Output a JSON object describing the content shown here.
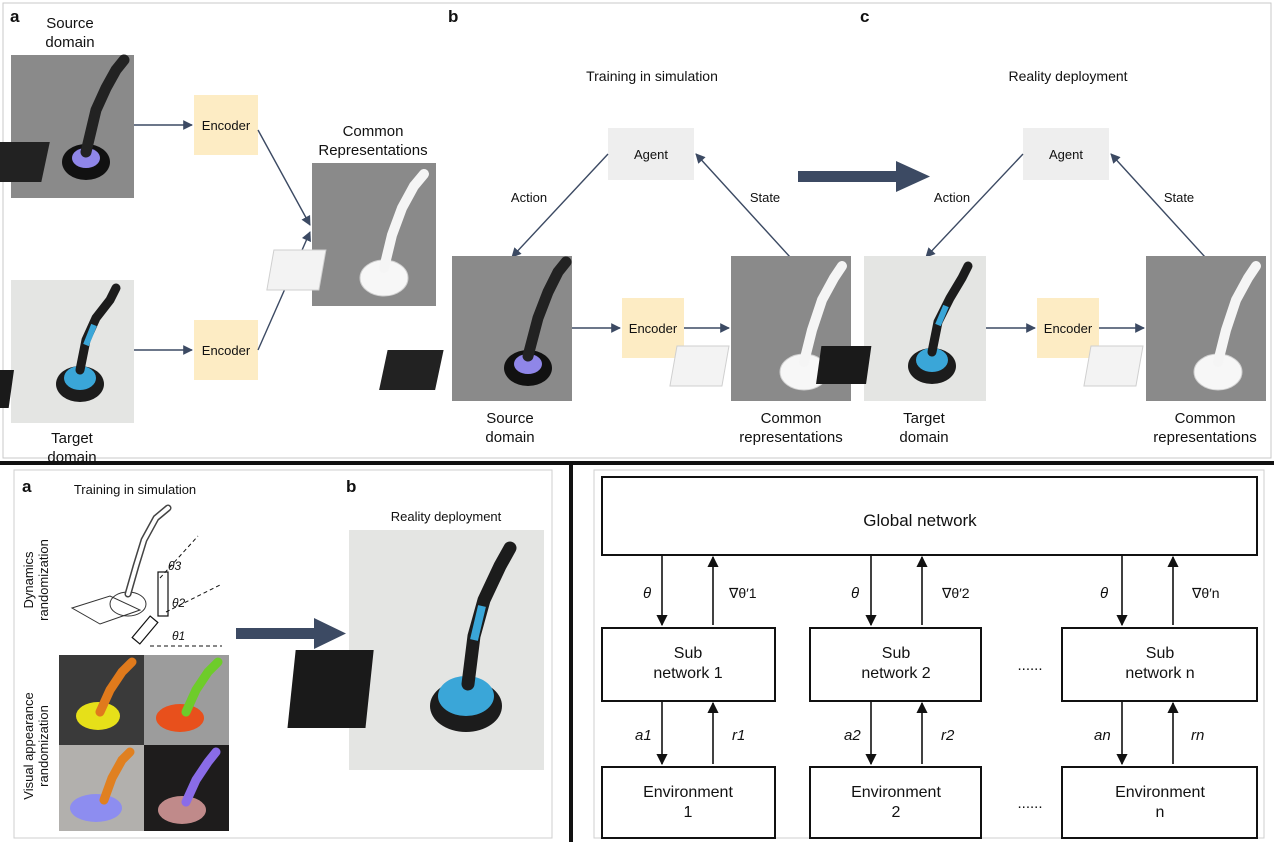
{
  "top": {
    "panel_a": {
      "label": "a",
      "source_caption": [
        "Source",
        "domain"
      ],
      "target_caption": [
        "Target",
        "domain"
      ],
      "encoder": "Encoder",
      "common_caption": [
        "Common",
        "Representations"
      ]
    },
    "panel_b": {
      "label": "b",
      "title": "Training in simulation",
      "agent": "Agent",
      "action": "Action",
      "state": "State",
      "encoder": "Encoder",
      "source_caption": [
        "Source",
        "domain"
      ],
      "common_caption": [
        "Common",
        "representations"
      ]
    },
    "panel_c": {
      "label": "c",
      "title": "Reality deployment",
      "agent": "Agent",
      "action": "Action",
      "state": "State",
      "encoder": "Encoder",
      "target_caption": [
        "Target",
        "domain"
      ],
      "common_caption": [
        "Common",
        "representations"
      ]
    }
  },
  "bottom_left": {
    "panel_a": {
      "label": "a",
      "title": "Training in simulation",
      "dynamics_label": [
        "Dynamics",
        "randomization"
      ],
      "visual_label": [
        "Visual appearance",
        "randomization"
      ],
      "angles": [
        "θ3",
        "θ2",
        "θ1"
      ]
    },
    "panel_b": {
      "label": "b",
      "title": "Reality deployment"
    }
  },
  "bottom_right": {
    "global": "Global network",
    "theta": "θ",
    "grads": [
      "∇θ′1",
      "∇θ′2",
      "∇θ′n"
    ],
    "subs": [
      [
        "Sub",
        "network 1"
      ],
      [
        "Sub",
        "network 2"
      ],
      [
        "Sub",
        "network n"
      ]
    ],
    "envs": [
      [
        "Environment",
        "1"
      ],
      [
        "Environment",
        "2"
      ],
      [
        "Environment",
        "n"
      ]
    ],
    "actions": [
      "a1",
      "a2",
      "an"
    ],
    "rewards": [
      "r1",
      "r2",
      "rn"
    ],
    "ellipsis": "......"
  },
  "colors": {
    "encoder_fill": "#fdecc4",
    "agent_fill": "#eeeeee",
    "arrow": "#3c4a63",
    "sim_background": "#8a8a8a",
    "real_background": "#e4e5e3",
    "robot_base_blue": "#3aa6d8",
    "sim_base_purple": "#8f86e8"
  }
}
